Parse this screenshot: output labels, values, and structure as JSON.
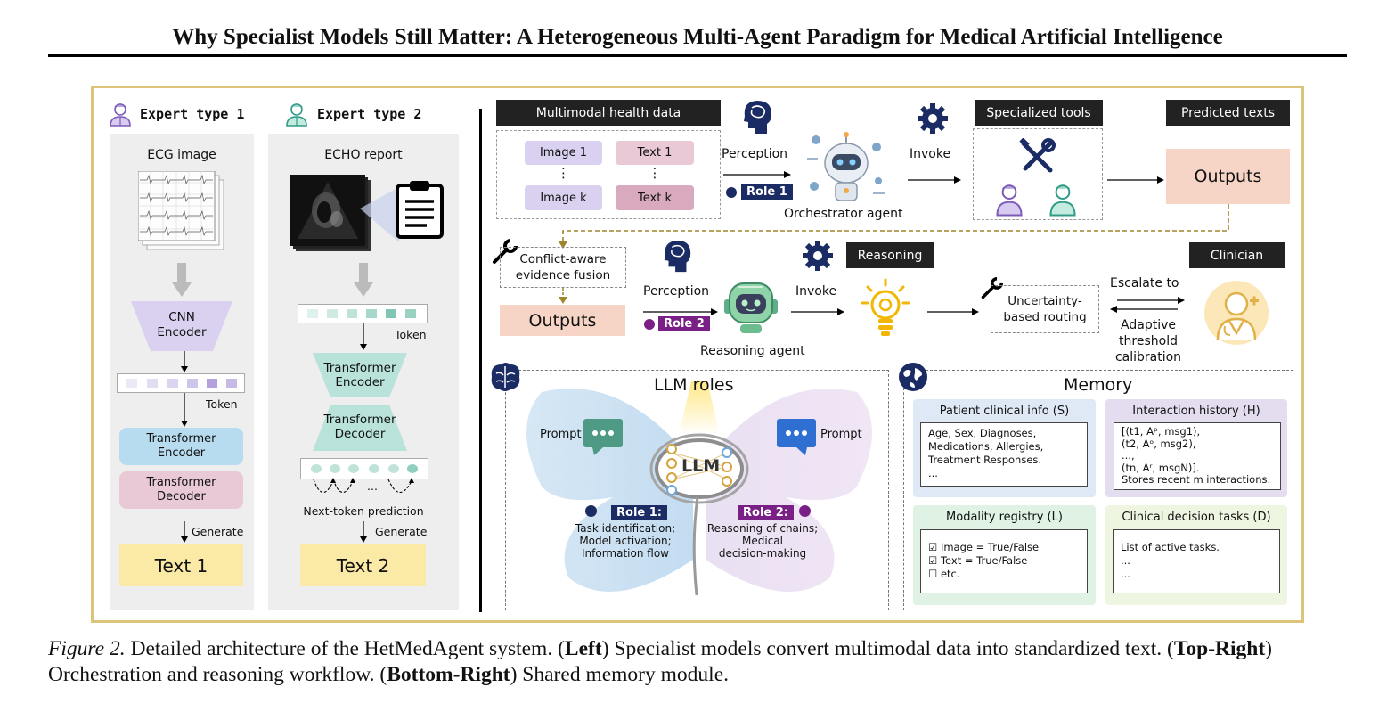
{
  "title": "Why Specialist Models Still Matter: A Heterogeneous Multi-Agent Paradigm for Medical Artificial Intelligence",
  "left": {
    "expert1": {
      "heading": "Expert type 1",
      "input": "ECG image",
      "encoder": "CNN\nEncoder",
      "token": "Token",
      "transformer_encoder": "Transformer\nEncoder",
      "transformer_decoder": "Transformer\nDecoder",
      "generate": "Generate",
      "output": "Text 1"
    },
    "expert2": {
      "heading": "Expert type 2",
      "input": "ECHO report",
      "token": "Token",
      "transformer_encoder": "Transformer\nEncoder",
      "transformer_decoder": "Transformer\nDecoder",
      "ellipsis": "...",
      "next_token": "Next-token prediction",
      "generate": "Generate",
      "output": "Text 2"
    }
  },
  "top_right": {
    "multimodal_header": "Multimodal health data",
    "image1": "Image 1",
    "imagek": "Image k",
    "text1": "Text 1",
    "textk": "Text k",
    "vdots": "⋮",
    "perception1": "Perception",
    "role1_tag": "Role 1",
    "orchestrator": "Orchestrator agent",
    "invoke1": "Invoke",
    "tools_header": "Specialized tools",
    "predicted_header": "Predicted texts",
    "outputs1": "Outputs",
    "fusion": "Conflict-aware\nevidence fusion",
    "outputs2": "Outputs",
    "perception2": "Perception",
    "role2_tag": "Role 2",
    "reasoning_agent": "Reasoning agent",
    "invoke2": "Invoke",
    "reasoning_header": "Reasoning",
    "routing": "Uncertainty-\nbased routing",
    "escalate": "Escalate to",
    "adaptive": "Adaptive\nthreshold\ncalibration",
    "clinician_header": "Clinician"
  },
  "llm_roles": {
    "title": "LLM roles",
    "prompt_left": "Prompt",
    "prompt_right": "Prompt",
    "center": "LLM",
    "role1_label": "Role 1:",
    "role1_desc": "Task identification;\nModel activation;\nInformation flow",
    "role2_label": "Role 2:",
    "role2_desc": "Reasoning of chains;\nMedical\ndecision-making"
  },
  "memory": {
    "title": "Memory",
    "patient_title": "Patient clinical info (S)",
    "patient_body": "Age, Sex, Diagnoses,\nMedications, Allergies,\nTreatment Responses.\n...",
    "history_title": "Interaction history (H)",
    "history_body": "[(t1, Aᵖ, msg1),\n(t2, Aᵒ, msg2),\n...,\n(tn, Aʳ, msgN)].\nStores recent m interactions.",
    "modality_title": "Modality registry (L)",
    "modality_body": "☑ Image = True/False\n☑ Text = True/False\n☐ etc.",
    "tasks_title": "Clinical decision tasks (D)",
    "tasks_body": "List of active tasks.\n...\n..."
  },
  "caption": {
    "fig": "Figure 2.",
    "part1": " Detailed architecture of the HetMedAgent system. (",
    "left_b": "Left",
    "part2": ") Specialist models convert multimodal data into standardized text. (",
    "topright_b": "Top-Right",
    "part3": ") Orchestration and reasoning workflow. (",
    "bottomright_b": "Bottom-Right",
    "part4": ") Shared memory module."
  },
  "colors": {
    "frame": "#dcc57a",
    "purple_light": "#d9d1ef",
    "pink_light": "#e9c9d6",
    "blue_light": "#b7dcef",
    "teal_light": "#b9e3da",
    "yellow_out": "#fbeaa5",
    "salmon_out": "#f7d5c6",
    "navy": "#1b2b63",
    "role2_purple": "#7a1f86",
    "memory_blue": "#dfe9f6",
    "memory_purple": "#e4dcef",
    "memory_green": "#dff2e4",
    "memory_yellow": "#eef6e1"
  },
  "icons": [
    "doctor-icon",
    "brain-icon",
    "robot-icon",
    "gear-icon",
    "wrench-icon",
    "tools-icon",
    "lightbulb-icon",
    "clinician-icon",
    "globe-icon",
    "chat-icon",
    "clipboard-icon"
  ]
}
